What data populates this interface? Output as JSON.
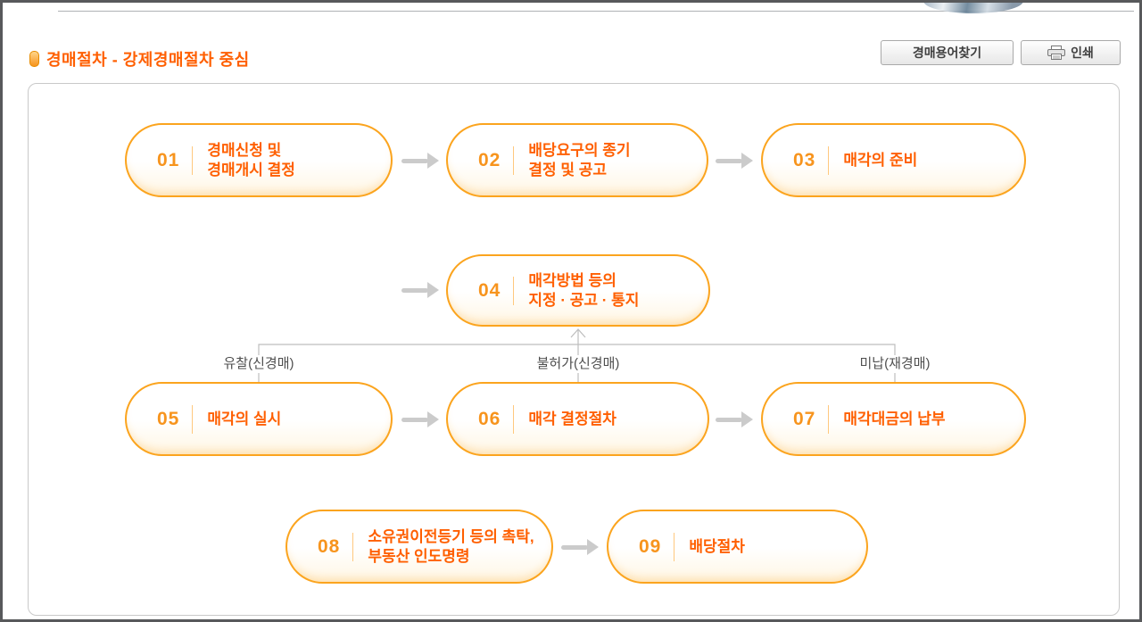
{
  "page": {
    "title": "경매절차 - 강제경매절차 중심"
  },
  "toolbar": {
    "glossary_label": "경매용어찾기",
    "print_label": "인쇄"
  },
  "flow": {
    "steps": [
      {
        "num": "01",
        "line1": "경매신청 및",
        "line2": "경매개시 결정"
      },
      {
        "num": "02",
        "line1": "배당요구의 종기",
        "line2": "결정 및 공고"
      },
      {
        "num": "03",
        "line1": "매각의 준비"
      },
      {
        "num": "04",
        "line1": "매각방법 등의",
        "line2": "지정 · 공고 · 통지"
      },
      {
        "num": "05",
        "line1": "매각의 실시"
      },
      {
        "num": "06",
        "line1": "매각 결정절차"
      },
      {
        "num": "07",
        "line1": "매각대금의 납부"
      },
      {
        "num": "08",
        "line1": "소유권이전등기 등의 촉탁,",
        "line2": "부동산 인도명령"
      },
      {
        "num": "09",
        "line1": "배당절차"
      }
    ],
    "labels": {
      "left": "유찰(신경매)",
      "middle": "불허가(신경매)",
      "right": "미납(재경매)"
    }
  },
  "colors": {
    "accent-border": "#FBA41E",
    "accent-num": "#F7941D",
    "accent-text": "#FF5F00",
    "arrow-gray": "#CBCBCB",
    "label-gray": "#4F4F4F"
  }
}
